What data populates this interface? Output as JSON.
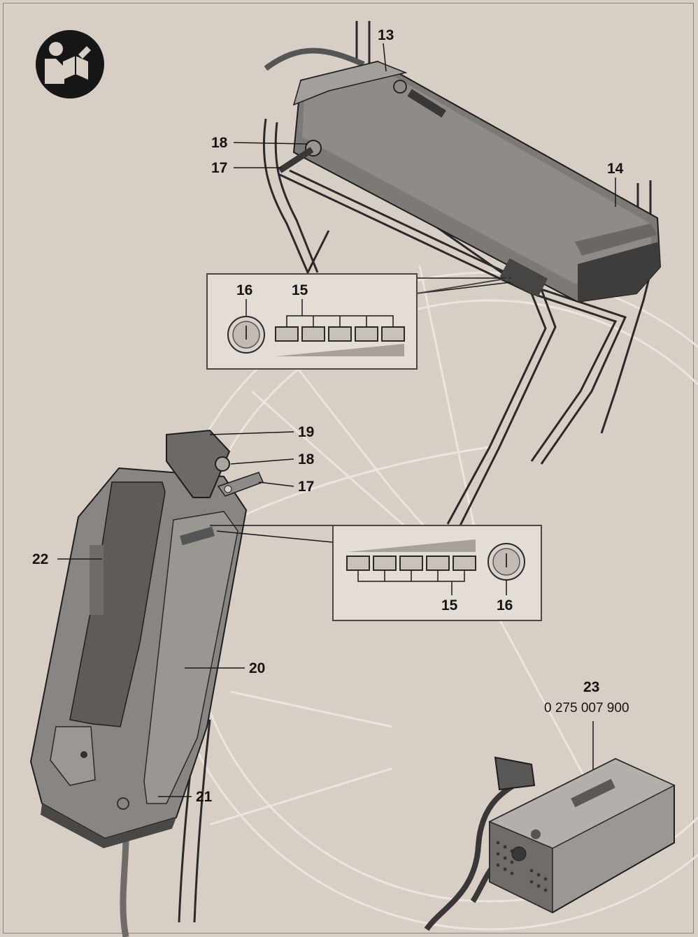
{
  "icon": "read-manual-icon",
  "colors": {
    "background": "#d7cec5",
    "battery_body": "#8c8985",
    "battery_dark": "#5f5c59",
    "line": "#1a1a1a",
    "inset_panel": "#e4ddd5"
  },
  "callouts": {
    "c13": "13",
    "c14": "14",
    "c17_top": "17",
    "c18_top": "18",
    "c19": "19",
    "c18_bottom": "18",
    "c17_bottom": "17",
    "c22": "22",
    "c20": "20",
    "c21": "21",
    "c23": "23"
  },
  "inset_top": {
    "button_label": "16",
    "leds_label": "15"
  },
  "inset_bottom": {
    "leds_label": "15",
    "button_label": "16"
  },
  "charger": {
    "part_number": "0 275 007 900"
  }
}
